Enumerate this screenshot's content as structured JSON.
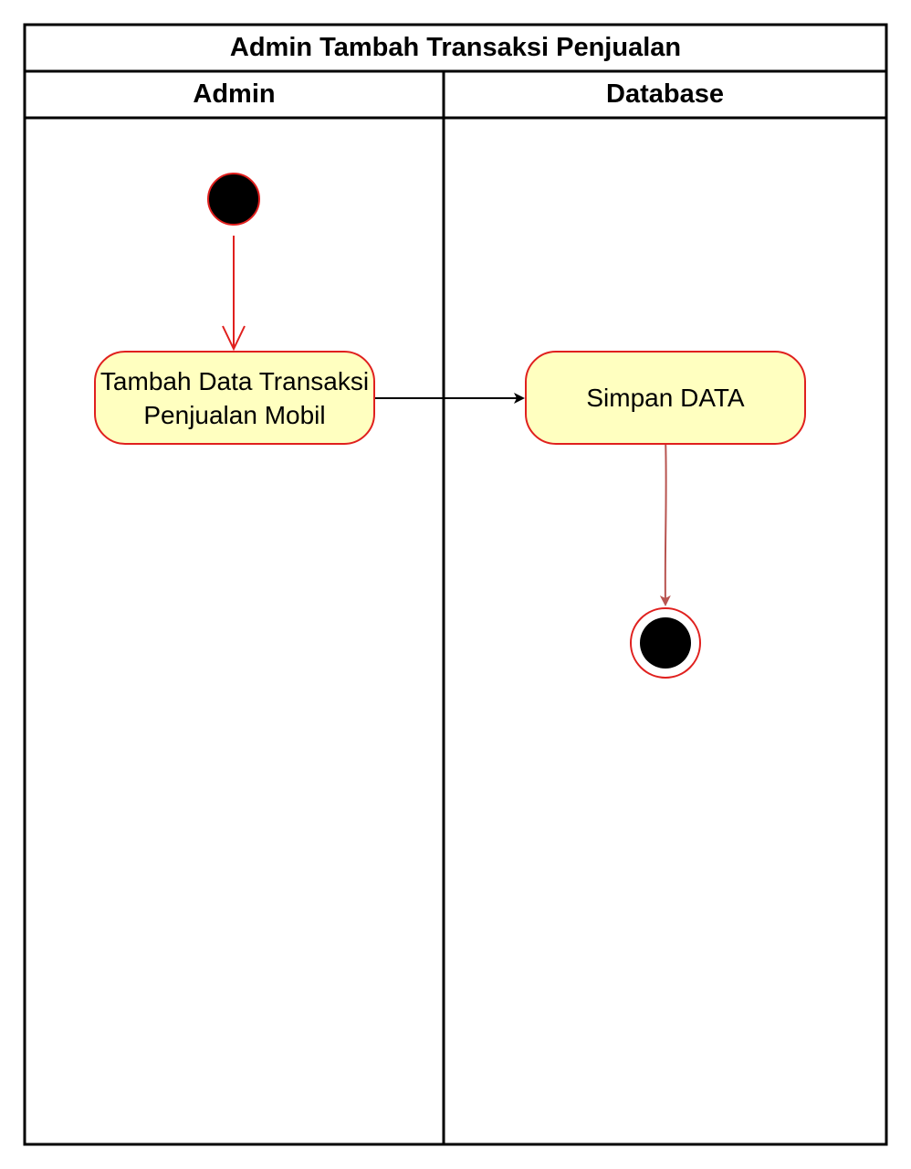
{
  "diagram": {
    "title": "Admin Tambah Transaksi Penjualan",
    "lanes": [
      {
        "label": "Admin"
      },
      {
        "label": "Database"
      }
    ],
    "nodes": {
      "start": {
        "type": "initial-node"
      },
      "add_transaction": {
        "type": "activity",
        "label": "Tambah Data Transaksi Penjualan Mobil"
      },
      "save_data": {
        "type": "activity",
        "label": "Simpan DATA"
      },
      "end": {
        "type": "final-node"
      }
    },
    "edges": [
      {
        "from": "start",
        "to": "add_transaction"
      },
      {
        "from": "add_transaction",
        "to": "save_data"
      },
      {
        "from": "save_data",
        "to": "end"
      }
    ],
    "colors": {
      "node_border": "#e0201e",
      "node_fill": "#ffffc0",
      "final_arrow": "#b85450",
      "line": "#000000"
    }
  }
}
